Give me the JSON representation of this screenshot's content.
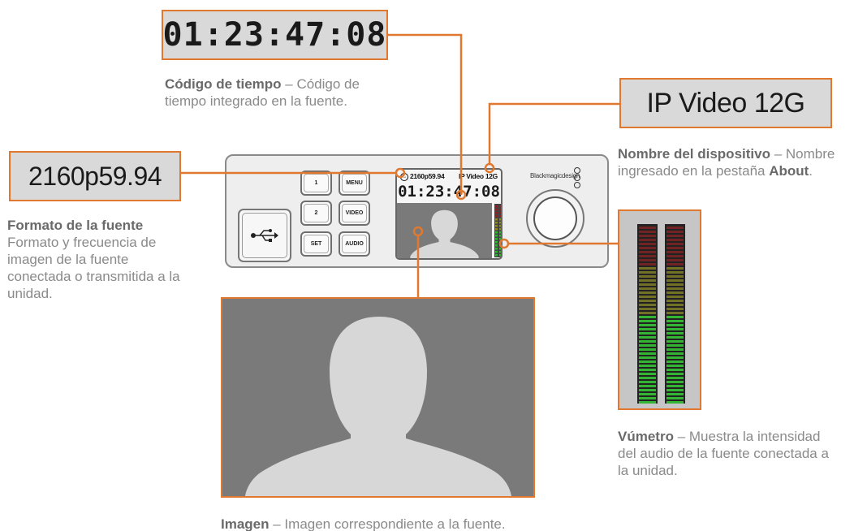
{
  "timecode": {
    "value": "01:23:47:08",
    "caption_title": "Código de tiempo",
    "caption_text": " – Código de tiempo integrado en la fuente."
  },
  "device_name": {
    "value": "IP Video 12G",
    "caption_title": "Nombre del dispositivo",
    "caption_text": " – Nombre ingresado en la pestaña ",
    "caption_tab": "About",
    "caption_end": "."
  },
  "source_format": {
    "value": "2160p59.94",
    "caption_title": "Formato de la fuente",
    "caption_text": "Formato y frecuencia de imagen de la fuente conectada o transmitida a la unidad."
  },
  "vu_meter": {
    "caption_title": "Vúmetro",
    "caption_text": " – Muestra la intensidad del audio de la fuente conectada a la unidad."
  },
  "image": {
    "caption_title": "Imagen",
    "caption_text": " – Imagen correspondiente a la fuente."
  },
  "device": {
    "buttons": [
      "1",
      "MENU",
      "2",
      "VIDEO",
      "SET",
      "AUDIO"
    ],
    "brand": "Blackmagicdesign",
    "lcd_format": "2160p59.94",
    "lcd_name": "IP Video 12G",
    "lcd_timecode": "01:23:47:08"
  },
  "colors": {
    "accent": "#e0792f",
    "panel": "#d9d9d9",
    "meter_green": "#33b533",
    "meter_yellow": "#8e8a2a",
    "meter_red": "#8a2424"
  },
  "icons": [
    "usb-icon",
    "person-silhouette-icon",
    "blackmagic-logo-icon"
  ]
}
